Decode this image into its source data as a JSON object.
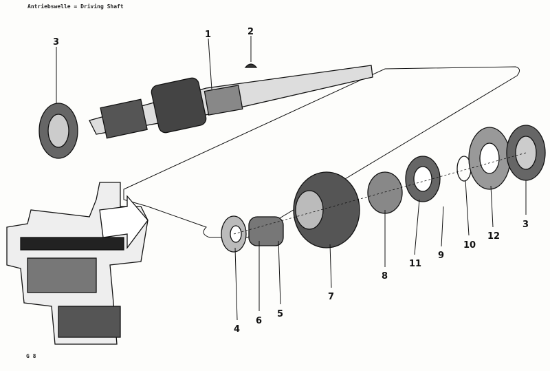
{
  "header": {
    "title": "Antriebswelle = Driving Shaft"
  },
  "figure_code": "G 8",
  "callouts": [
    {
      "part": "1"
    },
    {
      "part": "2"
    },
    {
      "part": "3"
    },
    {
      "part": "3"
    },
    {
      "part": "4"
    },
    {
      "part": "5"
    },
    {
      "part": "6"
    },
    {
      "part": "7"
    },
    {
      "part": "8"
    },
    {
      "part": "9"
    },
    {
      "part": "10"
    },
    {
      "part": "11"
    },
    {
      "part": "12"
    }
  ]
}
